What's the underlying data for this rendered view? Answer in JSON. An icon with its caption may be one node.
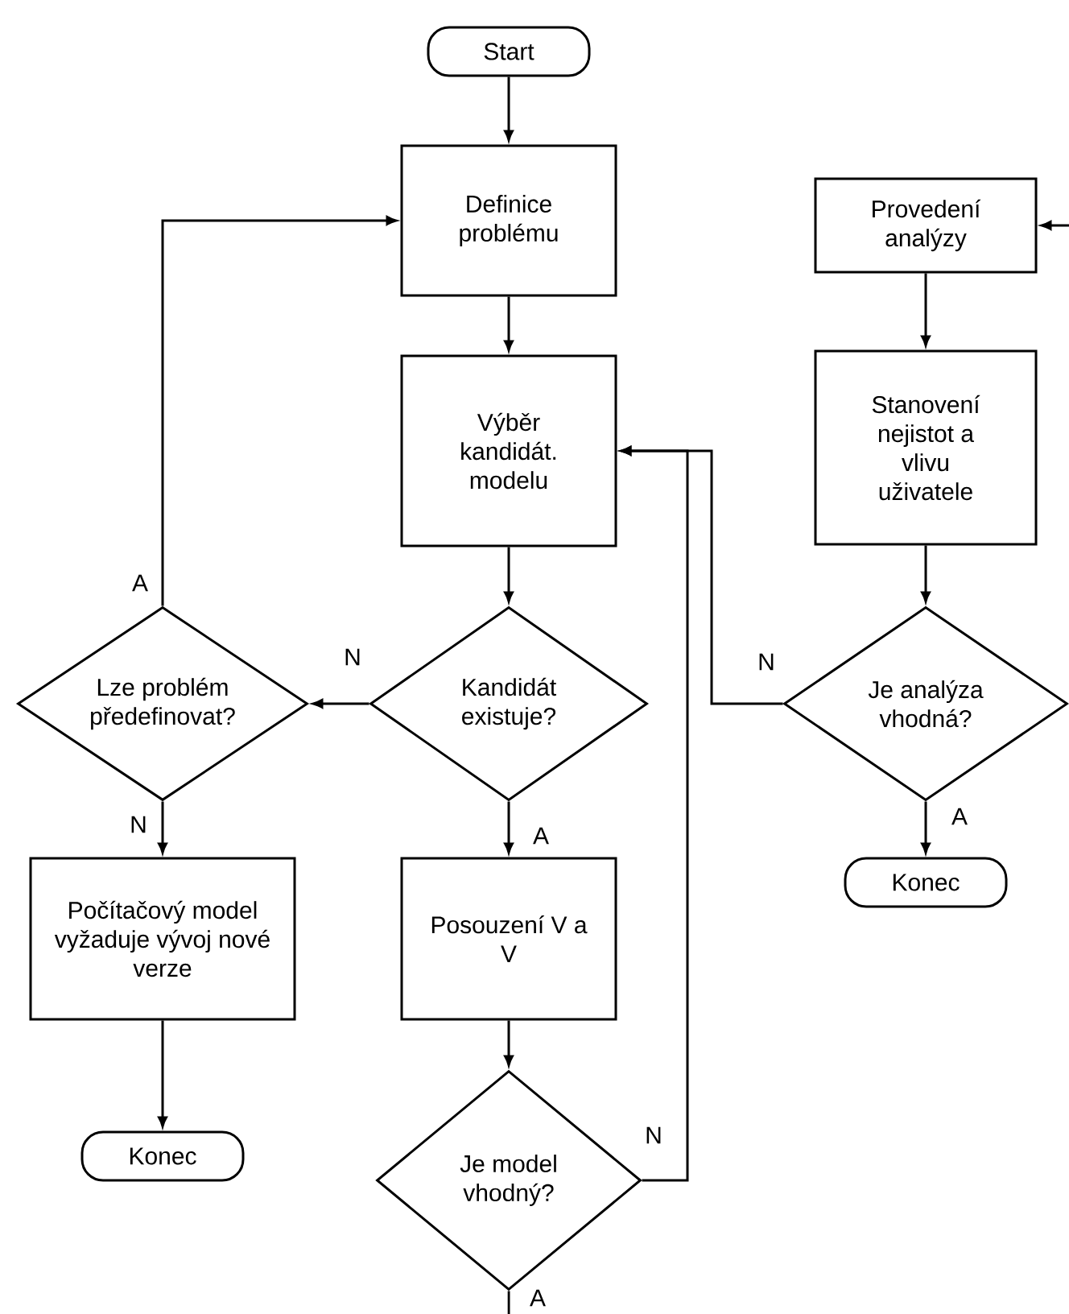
{
  "diagram": {
    "nodes": [
      {
        "text": [
          "Start"
        ]
      },
      {
        "text": [
          "Definice problému"
        ]
      },
      {
        "text": [
          "Výběr kandidát. modelu"
        ]
      },
      {
        "text": [
          "Kandidát existuje?"
        ]
      },
      {
        "text": [
          "Lze problém předefinovat?"
        ]
      },
      {
        "text": [
          "Počítačový model vyžaduje vývoj nové verze"
        ]
      },
      {
        "text": [
          "Konec"
        ]
      },
      {
        "text": [
          "Posouzení V a V"
        ]
      },
      {
        "text": [
          "Je model vhodný?"
        ]
      },
      {
        "text": [
          "Provedení analýzy"
        ]
      },
      {
        "text": [
          "Stanovení nejistot a vlivu uživatele"
        ]
      },
      {
        "text": [
          "Je analýza vhodná?"
        ]
      },
      {
        "text": [
          "Konec"
        ]
      }
    ],
    "edges": [
      {
        "from": 0,
        "to": 1,
        "arrow": "to"
      },
      {
        "from": 1,
        "to": 2,
        "arrow": "to"
      },
      {
        "from": 2,
        "to": 3,
        "arrow": "to"
      },
      {
        "from": 3,
        "to": 4,
        "arrow": "to",
        "label": "N"
      },
      {
        "from": 4,
        "to": 1,
        "arrow": "to",
        "label": "A"
      },
      {
        "from": 4,
        "to": 5,
        "arrow": "to",
        "label": "N"
      },
      {
        "from": 5,
        "to": 6,
        "arrow": "to"
      },
      {
        "from": 3,
        "to": 7,
        "arrow": "to",
        "label": "A"
      },
      {
        "from": 7,
        "to": 8,
        "arrow": "to"
      },
      {
        "from": 8,
        "to": 2,
        "arrow": "to",
        "label": "N"
      },
      {
        "from": 11,
        "to": 2,
        "arrow": "to",
        "label": "N"
      },
      {
        "from": null,
        "to": 9,
        "arrow": "to"
      },
      {
        "from": 9,
        "to": 10,
        "arrow": "to"
      },
      {
        "from": 10,
        "to": 11,
        "arrow": "to"
      },
      {
        "from": 11,
        "to": 12,
        "arrow": "to",
        "label": "A"
      },
      {
        "from": 8,
        "to": null,
        "arrow": "none",
        "label": "A"
      }
    ]
  }
}
